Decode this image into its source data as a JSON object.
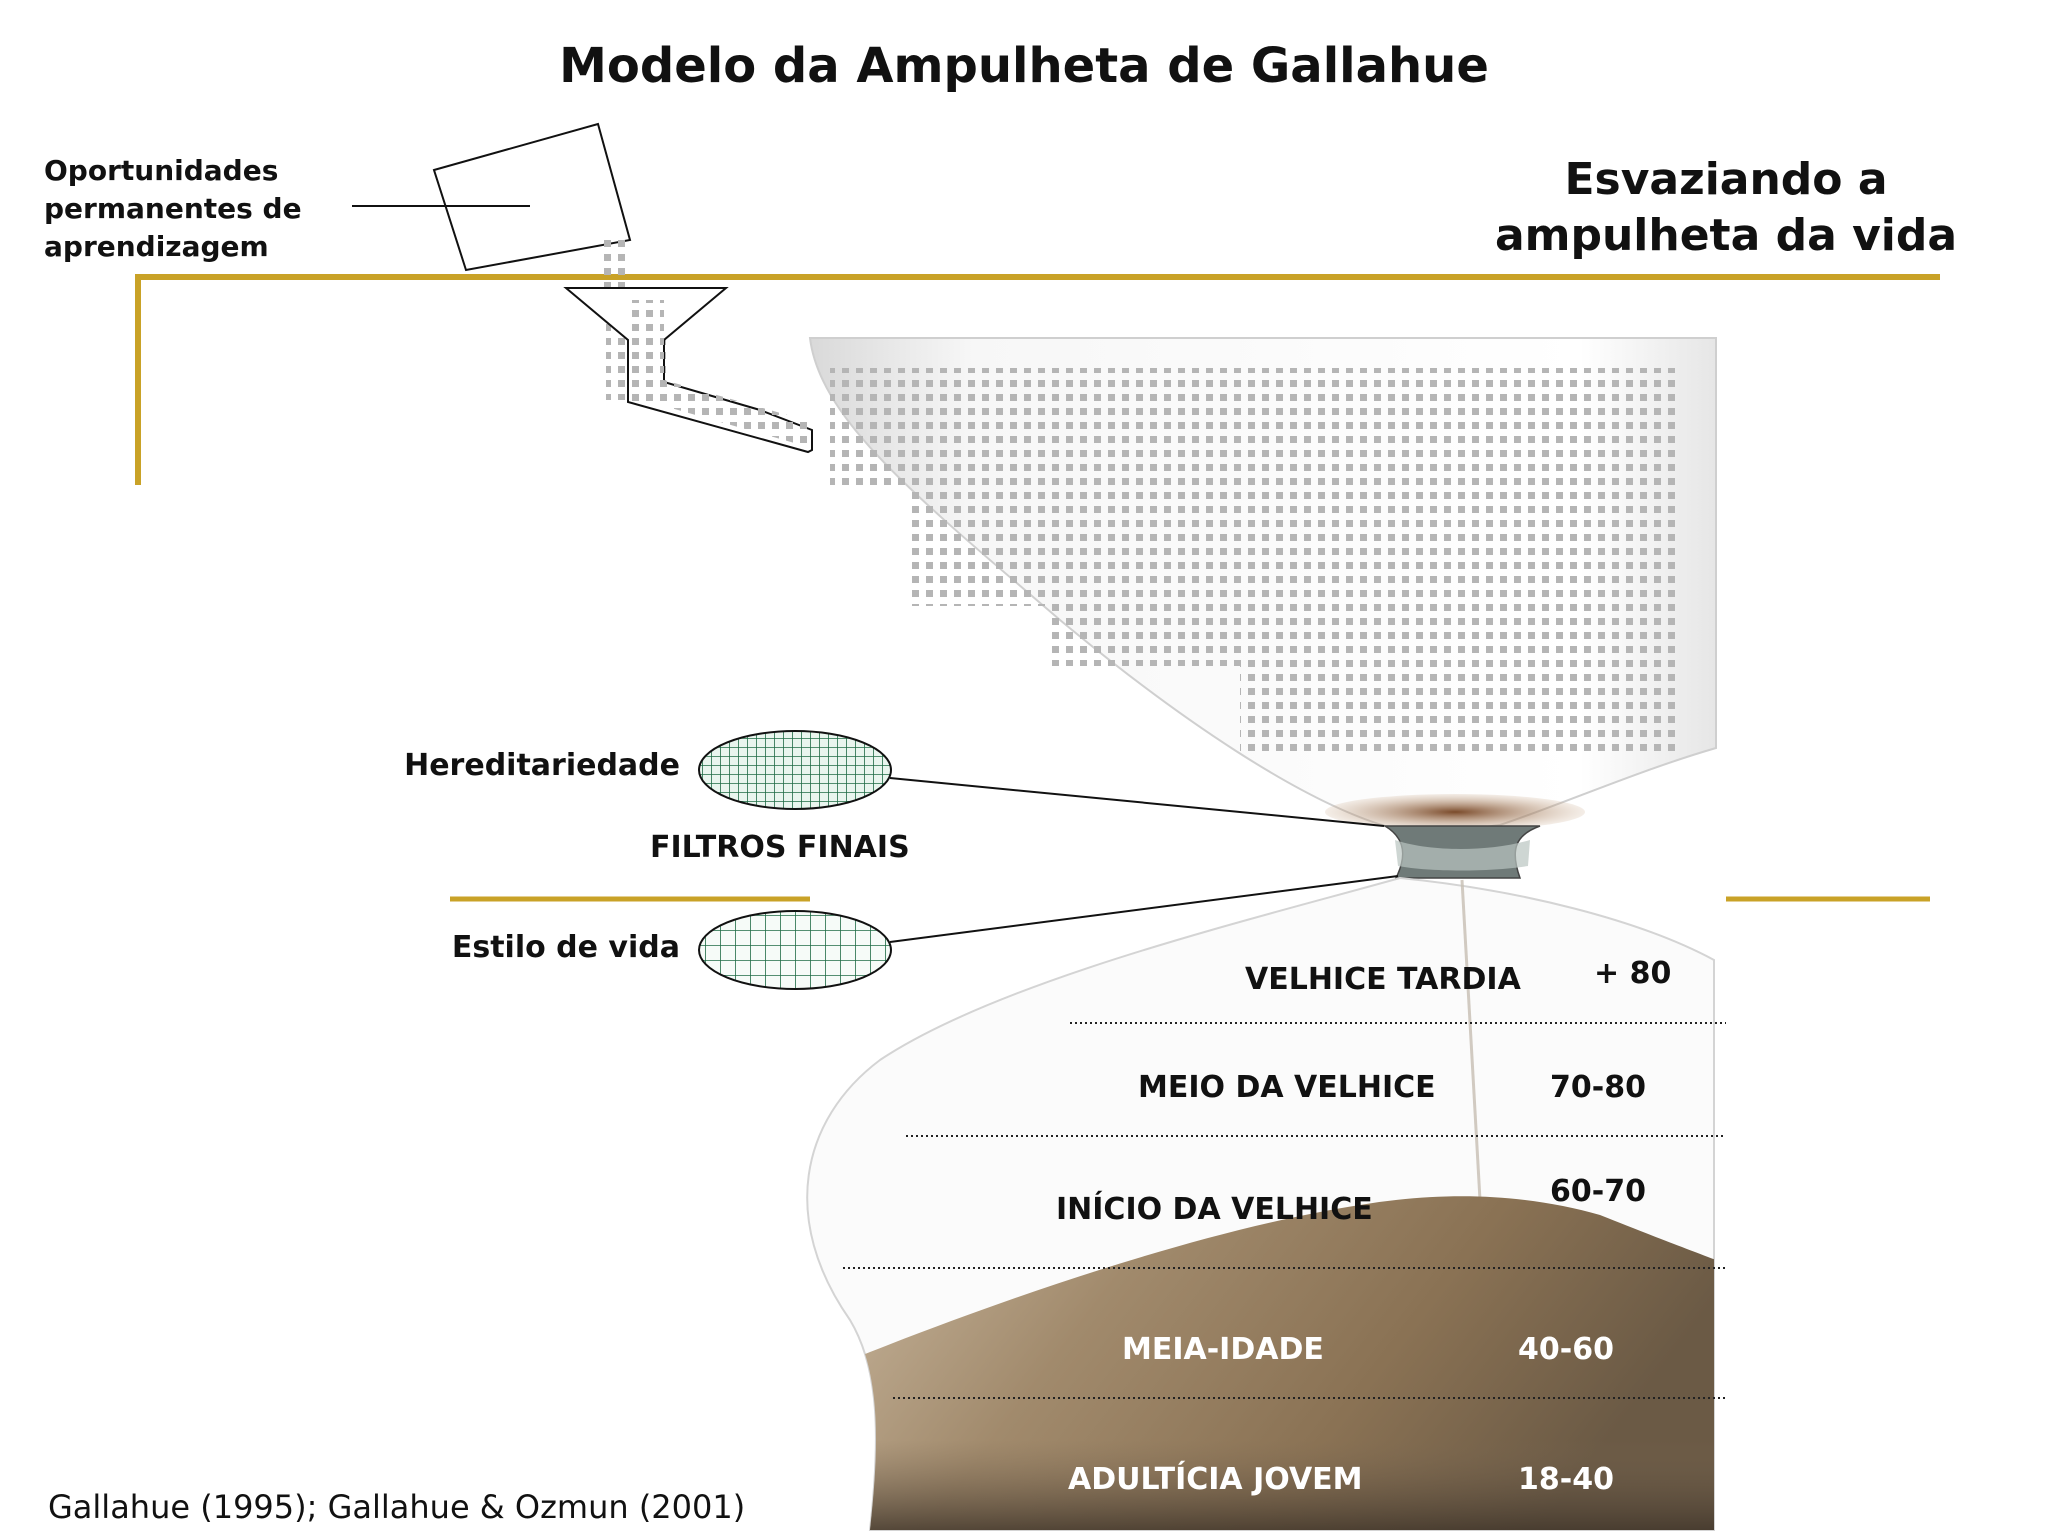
{
  "title": "Modelo da Ampulheta de Gallahue",
  "right_heading": {
    "line1": "Esvaziando a",
    "line2": "ampulheta da vida"
  },
  "left_note": {
    "line1": "Oportunidades",
    "line2": "permanentes de",
    "line3": "aprendizagem"
  },
  "filters": {
    "heredity_label": "Hereditariedade",
    "filters_label": "FILTROS FINAIS",
    "lifestyle_label": "Estilo de vida"
  },
  "stages": [
    {
      "name": "VELHICE TARDIA",
      "age": "+ 80"
    },
    {
      "name": "MEIO DA VELHICE",
      "age": "70-80"
    },
    {
      "name": "INÍCIO DA VELHICE",
      "age": "60-70"
    },
    {
      "name": "MEIA-IDADE",
      "age": "40-60"
    },
    {
      "name": "ADULTÍCIA JOVEM",
      "age": "18-40"
    }
  ],
  "citation": "Gallahue (1995); Gallahue & Ozmun (2001)",
  "colors": {
    "accent_gold": "#C9A227",
    "filter_green": "#1f6b45",
    "sand": "#a8957a",
    "dots": "#b8b8b8"
  }
}
